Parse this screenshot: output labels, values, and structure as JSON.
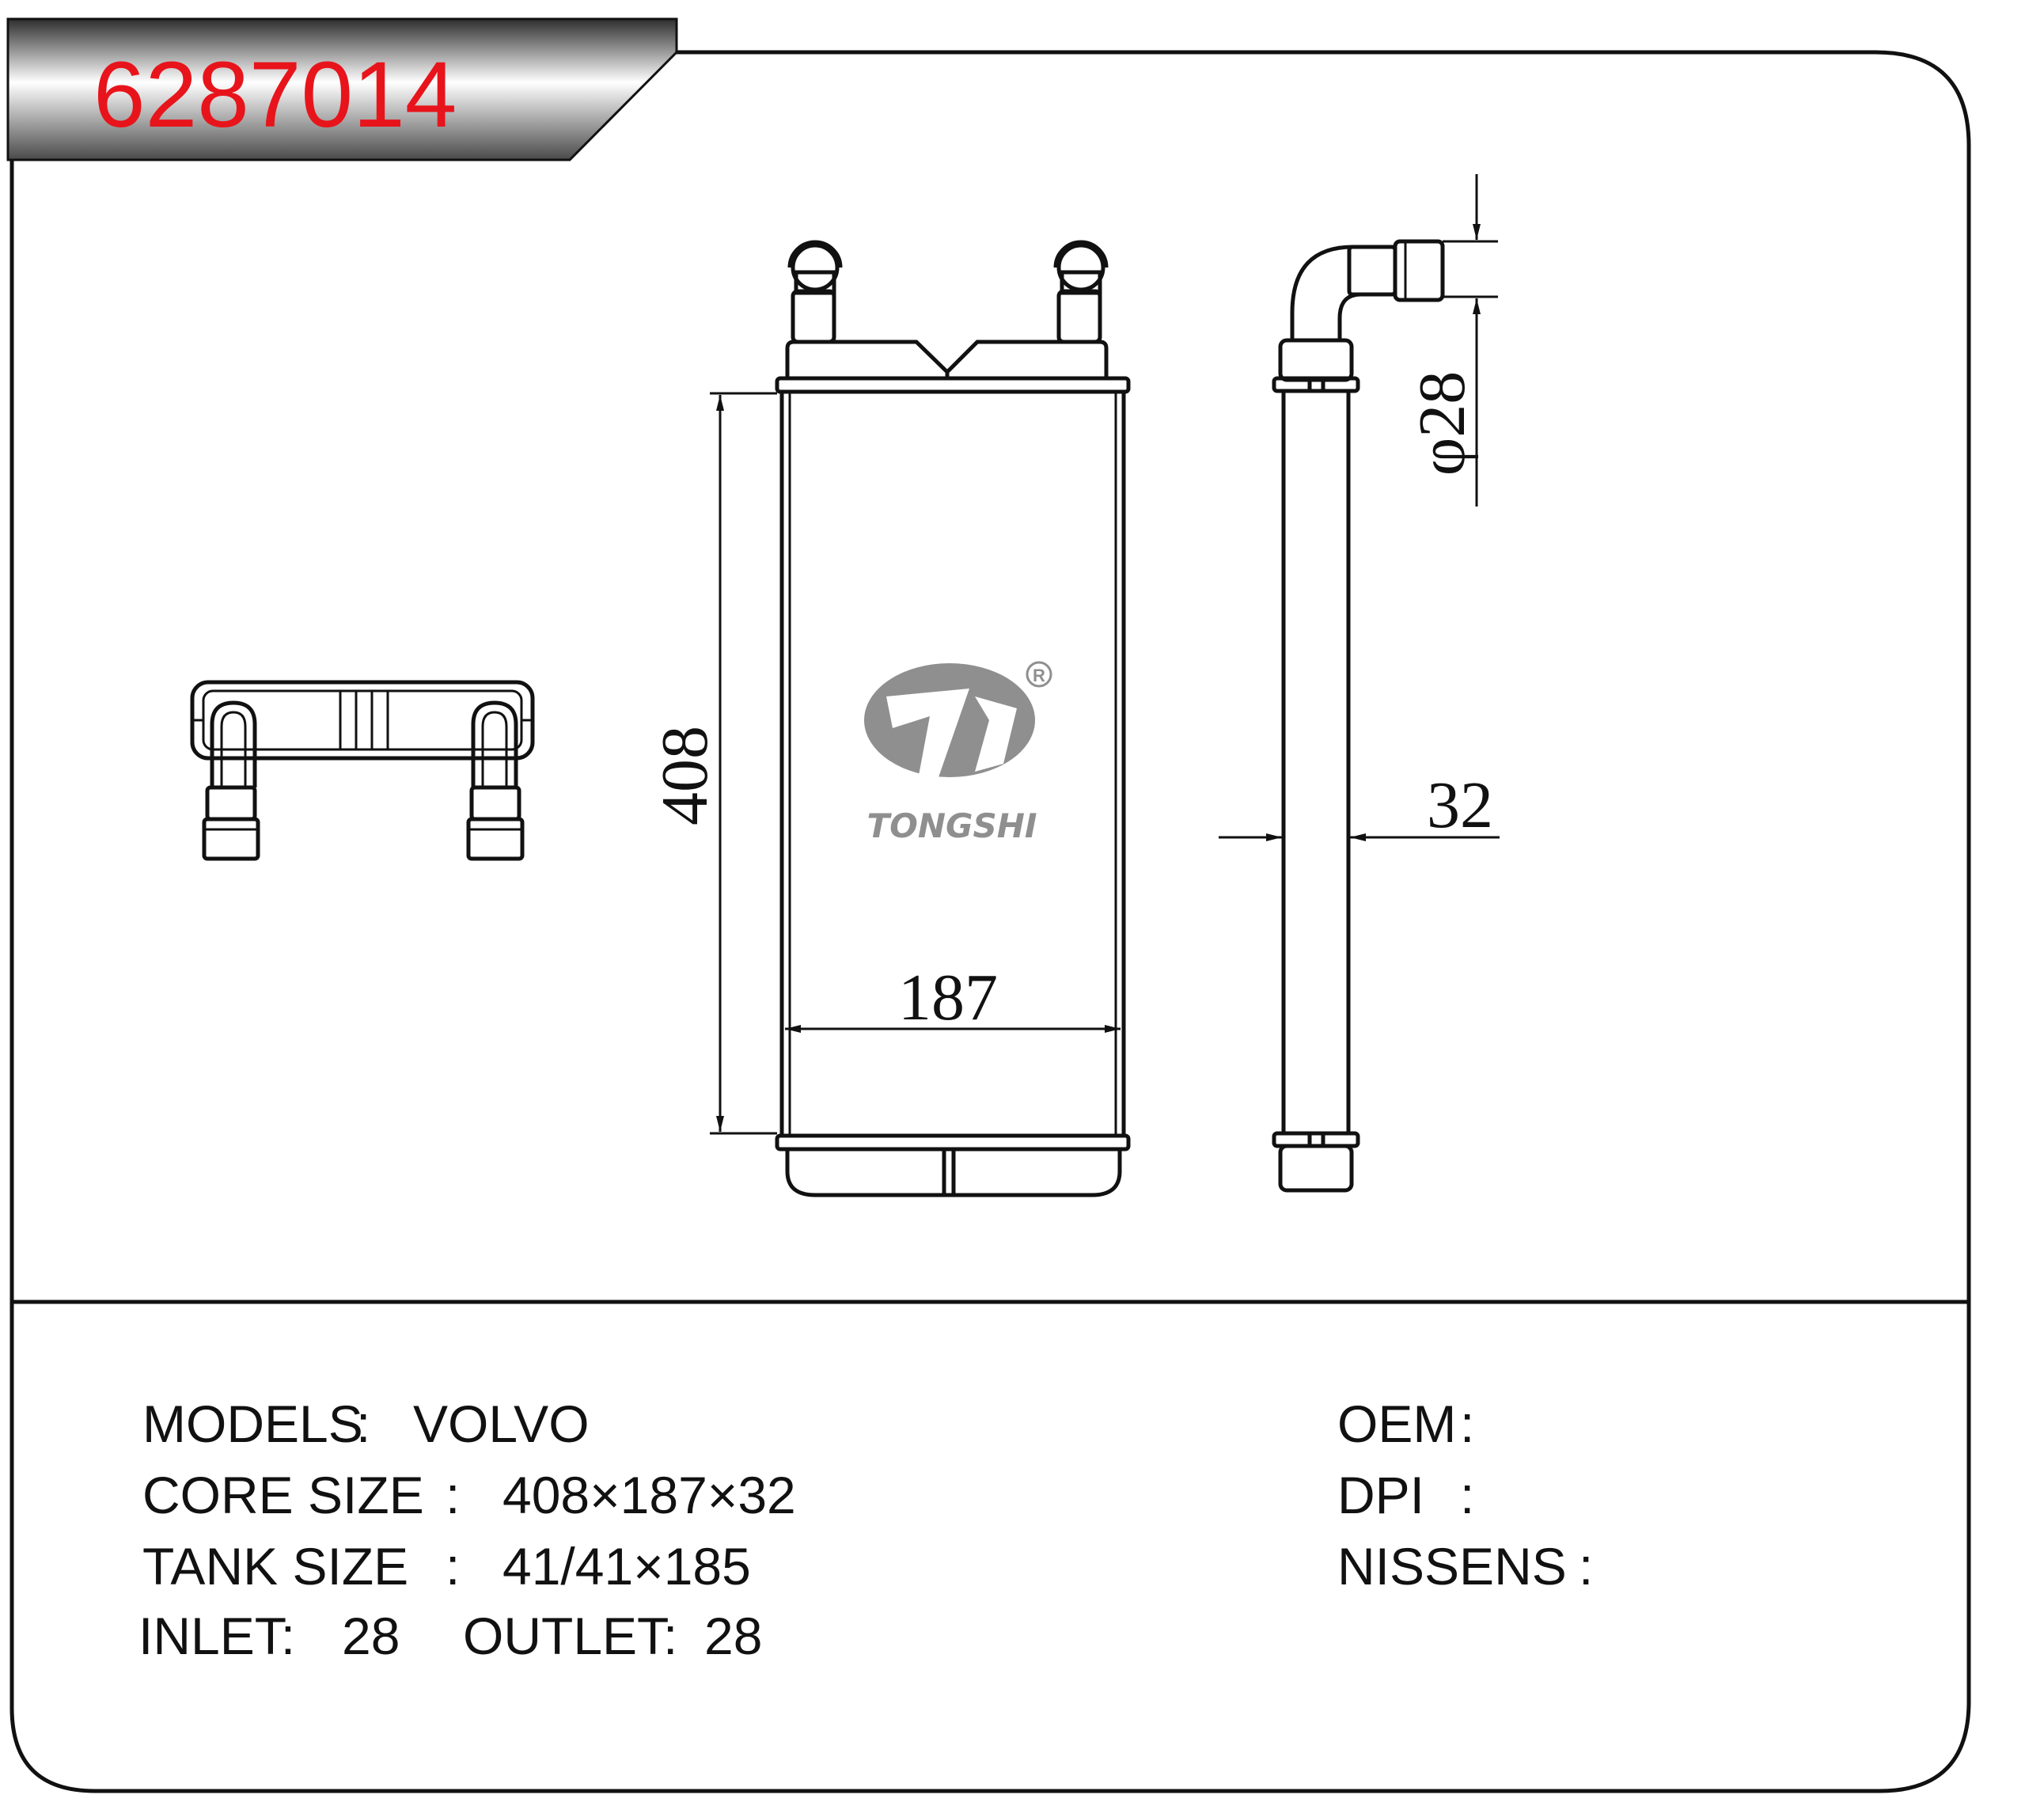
{
  "header": {
    "part_number": "6287014",
    "part_number_color": "#e8141b"
  },
  "drawing": {
    "dims": {
      "height": "408",
      "width": "187",
      "thickness": "32",
      "pipe_diameter": "φ28"
    },
    "logo": {
      "name": "TONGSHI",
      "registered_mark": "R"
    }
  },
  "specs": {
    "models_label": "MODELS",
    "models_value": "VOLVO",
    "core_label": "CORE SIZE",
    "core_value": "408×187×32",
    "tank_label": "TANK SIZE",
    "tank_value": "41/41×185",
    "inlet_label": "INLET:",
    "inlet_value": "28",
    "outlet_label": "OUTLET:",
    "outlet_value": "28",
    "oem_label": "OEM",
    "dpi_label": "DPI",
    "nissens_label": "NISSENS",
    "separator": ":"
  },
  "colors": {
    "line": "#111111",
    "logo_gray": "#8f8f8f"
  }
}
